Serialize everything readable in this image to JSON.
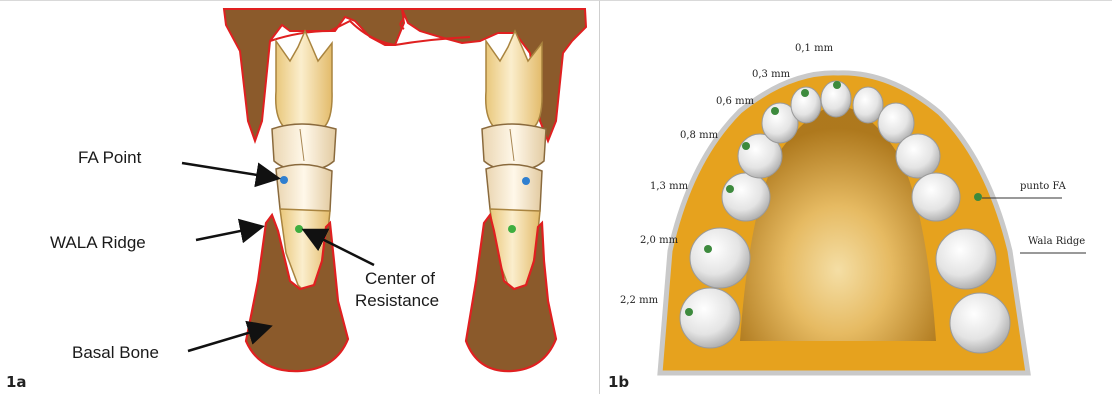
{
  "panel_a": {
    "id": "1a",
    "labels": {
      "fa_point": "FA Point",
      "wala_ridge": "WALA Ridge",
      "center_line1": "Center of",
      "center_line2": "Resistance",
      "basal_bone": "Basal Bone"
    },
    "colors": {
      "bone": "#8b5a2b",
      "bone_outline": "#e02020",
      "tooth": "#f7e6bf",
      "fa_point": "#2f7fd0",
      "center_point": "#3fae3f"
    }
  },
  "panel_b": {
    "id": "1b",
    "measurements": [
      "0,1 mm",
      "0,3 mm",
      "0,6 mm",
      "0,8 mm",
      "1,3 mm",
      "2,0 mm",
      "2,2 mm"
    ],
    "labels": {
      "fa": "punto FA",
      "wala": "Wala Ridge"
    },
    "colors": {
      "arch": "#e6a21e",
      "arch_border": "#c9c9c9",
      "tooth": "#e9e9e9",
      "fa_point": "#3d8a3d"
    }
  }
}
